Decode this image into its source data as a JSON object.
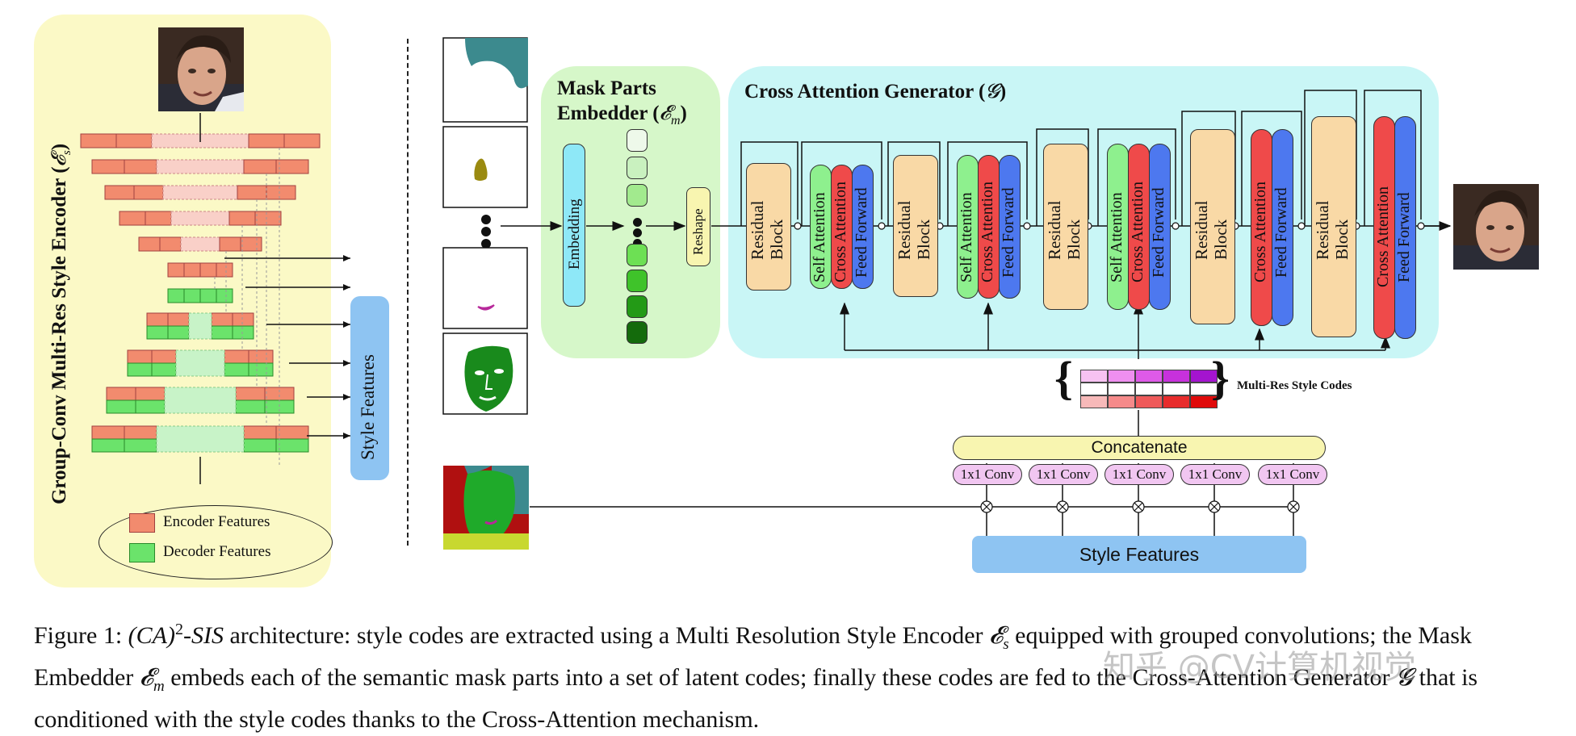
{
  "encoder": {
    "title": "Group-Conv Multi-Res Style Encoder (",
    "title_symbol": "𝓔",
    "title_sub": "s",
    "title_close": ")",
    "legend": {
      "encoder": "Encoder Features",
      "decoder": "Decoder Features"
    },
    "style_features_label": "Style Features"
  },
  "mask_embedder": {
    "title_line1": "Mask Parts",
    "title_line2": "Embedder (",
    "title_symbol": "𝓔",
    "title_sub": "m",
    "title_close": ")",
    "embedding_label": "Embedding",
    "reshape_label": "Reshape",
    "code_colors": [
      "#eef9ea",
      "#c9f1bf",
      "#a2ea8e",
      "#6de054",
      "#3fc32a",
      "#239a16",
      "#146b0c"
    ]
  },
  "generator": {
    "title": "Cross Attention Generator (",
    "title_symbol": "𝓖",
    "title_close": ")",
    "residual_line1": "Residual",
    "residual_line2": "Block",
    "self_attention": "Self Attention",
    "cross_attention": "Cross Attention",
    "feed_forward": "Feed Forward"
  },
  "style_codes": {
    "label": "Multi-Res Style Codes",
    "row1_colors": [
      "#f7c2f2",
      "#ef8ff0",
      "#de5ae8",
      "#c731dc",
      "#a414cf"
    ],
    "row3_colors": [
      "#f7b9b9",
      "#f58a8a",
      "#ef5a5a",
      "#e82c2c",
      "#e00a0a"
    ]
  },
  "concatenate_label": "Concatenate",
  "conv_labels": [
    "1x1 Conv",
    "1x1 Conv",
    "1x1 Conv",
    "1x1 Conv",
    "1x1 Conv"
  ],
  "style_features_bottom": "Style Features",
  "caption": {
    "p1": "Figure 1: ",
    "p2": "(CA)",
    "p3": "2",
    "p4": "-SIS",
    "p5": " architecture: style codes are extracted using a Multi Resolution Style Encoder ",
    "p6": "𝓔",
    "p7": "s",
    "p8": " equipped with grouped convolutions; the Mask Embedder ",
    "p9": "𝓔",
    "p10": "m",
    "p11": " embeds each of the semantic mask parts into a set of latent codes; finally these codes are fed to the Cross-Attention Generator ",
    "p12": "𝓖",
    "p13": " that is conditioned with the style codes thanks to the Cross-Attention mechanism."
  },
  "watermark": "知乎 @CV计算机视觉",
  "colors": {
    "encoder_panel": "#fbf9c6",
    "mask_panel": "#d6f7c9",
    "generator_panel": "#c9f6f6",
    "residual": "#f9d9a6",
    "self_attention": "#8ef08e",
    "cross_attention": "#ef4a4a",
    "feed_forward": "#4d78ef",
    "style_features": "#8ec4f2",
    "concatenate": "#f8f5b0",
    "conv": "#f1c6f1"
  }
}
